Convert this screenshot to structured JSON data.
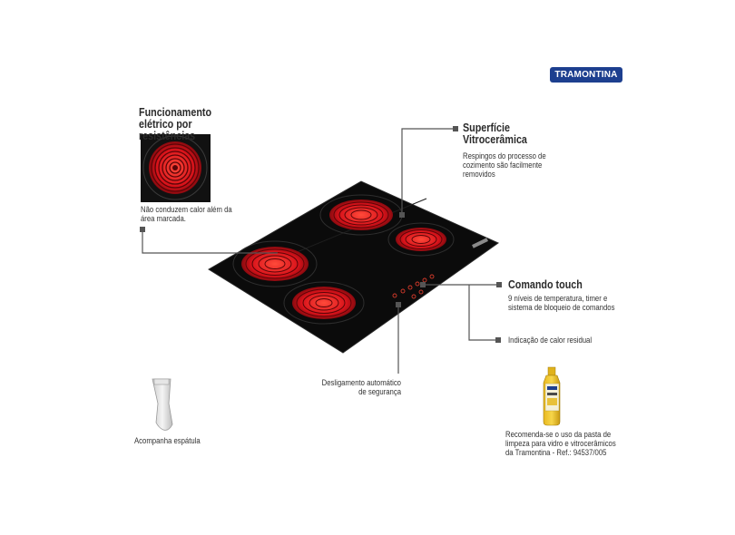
{
  "brand": {
    "name": "TRAMONTINA",
    "color": "#1d3f8f"
  },
  "features": {
    "resistance": {
      "title_line1": "Funcionamento",
      "title_line2": "elétrico por resistências",
      "note_line1": "Não conduzem calor além da",
      "note_line2": "área marcada."
    },
    "surface": {
      "title_line1": "Superfície",
      "title_line2": "Vitrocerâmica",
      "note_line1": "Respingos do processo de",
      "note_line2": "cozimento são facilmente",
      "note_line3": "removidos"
    },
    "touch": {
      "title": "Comando touch",
      "note_line1": "9 níveis de temperatura, timer e",
      "note_line2": "sistema de bloqueio de comandos"
    },
    "residual_heat": {
      "label": "Indicação de calor residual"
    },
    "auto_off": {
      "line1": "Desligamento automático",
      "line2": "de segurança"
    },
    "spatula": {
      "label": "Acompanha espátula"
    },
    "cleaner": {
      "line1": "Recomenda-se o uso da pasta de",
      "line2": "limpeza para vidro e vitrocerâmicos",
      "line3": "da Tramontina - Ref.: 94537/005"
    }
  },
  "colors": {
    "cooktop": "#0b0b0b",
    "coil": "#e31b1b",
    "leader": "#555555"
  },
  "icons": [
    "coil-photo",
    "cooktop-image",
    "spatula-icon",
    "cleaner-bottle-icon"
  ]
}
